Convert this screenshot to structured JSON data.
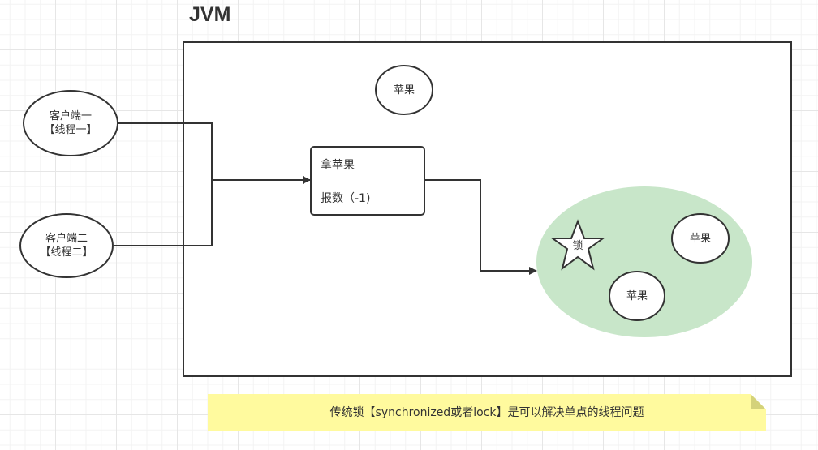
{
  "title": "JVM",
  "clients": [
    {
      "line1": "客户端一",
      "line2": "【线程一】"
    },
    {
      "line1": "客户端二",
      "line2": "【线程二】"
    }
  ],
  "apple_outside": "苹果",
  "process_box": {
    "line1": "拿苹果",
    "line2": "报数（-1)"
  },
  "lock_area": {
    "lock_label": "锁",
    "apples": [
      "苹果",
      "苹果"
    ]
  },
  "note": "传统锁【synchronized或者lock】是可以解决单点的线程问题",
  "colors": {
    "stroke": "#333333",
    "lock_area_fill": "#c8e6c9",
    "note_fill": "#fffa9e",
    "note_fold": "#d4d27a"
  }
}
